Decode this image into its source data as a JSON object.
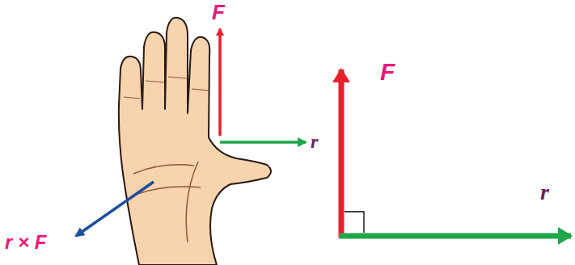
{
  "diagram": {
    "labels": [
      "F",
      "r",
      "r × F",
      "F",
      "r"
    ]
  }
}
